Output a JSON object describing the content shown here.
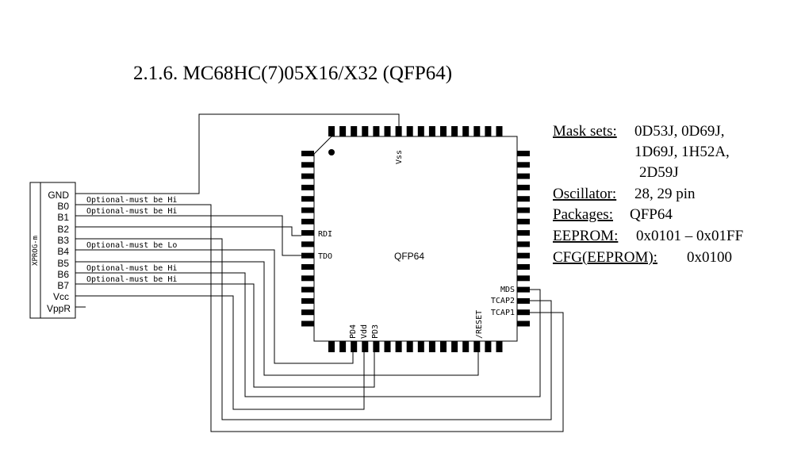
{
  "title": "2.1.6. MC68HC(7)05X16/X32 (QFP64)",
  "connector": {
    "name": "XPROG-m",
    "pins": [
      "GND",
      "B0",
      "B1",
      "B2",
      "B3",
      "B4",
      "B5",
      "B6",
      "B7",
      "Vcc",
      "VppR"
    ]
  },
  "wire_notes": {
    "gnd": "Optional-must be Hi",
    "b0": "Optional-must be Hi",
    "b3": "Optional-must be Lo",
    "b5": "Optional-must be Hi",
    "b6": "Optional-must be Hi"
  },
  "chip": {
    "package_label": "QFP64",
    "pins": {
      "vss": "Vss",
      "rdi": "RDI",
      "tdo": "TDO",
      "mds": "MDS",
      "tcap2": "TCAP2",
      "tcap1": "TCAP1",
      "pd4": "PD4",
      "vdd": "Vdd",
      "pd3": "PD3",
      "reset": "/RESET"
    }
  },
  "info": {
    "mask_sets_label": "Mask sets:",
    "mask_sets_values": [
      "0D53J, 0D69J,",
      "1D69J, 1H52A,",
      "2D59J"
    ],
    "oscillator_label": "Oscillator:",
    "oscillator_value": "28, 29 pin",
    "packages_label": "Packages:",
    "packages_value": "QFP64",
    "eeprom_label": "EEPROM:",
    "eeprom_value": "0x0101 – 0x01FF",
    "cfg_label": "CFG(EEPROM):",
    "cfg_value": "0x0100"
  }
}
